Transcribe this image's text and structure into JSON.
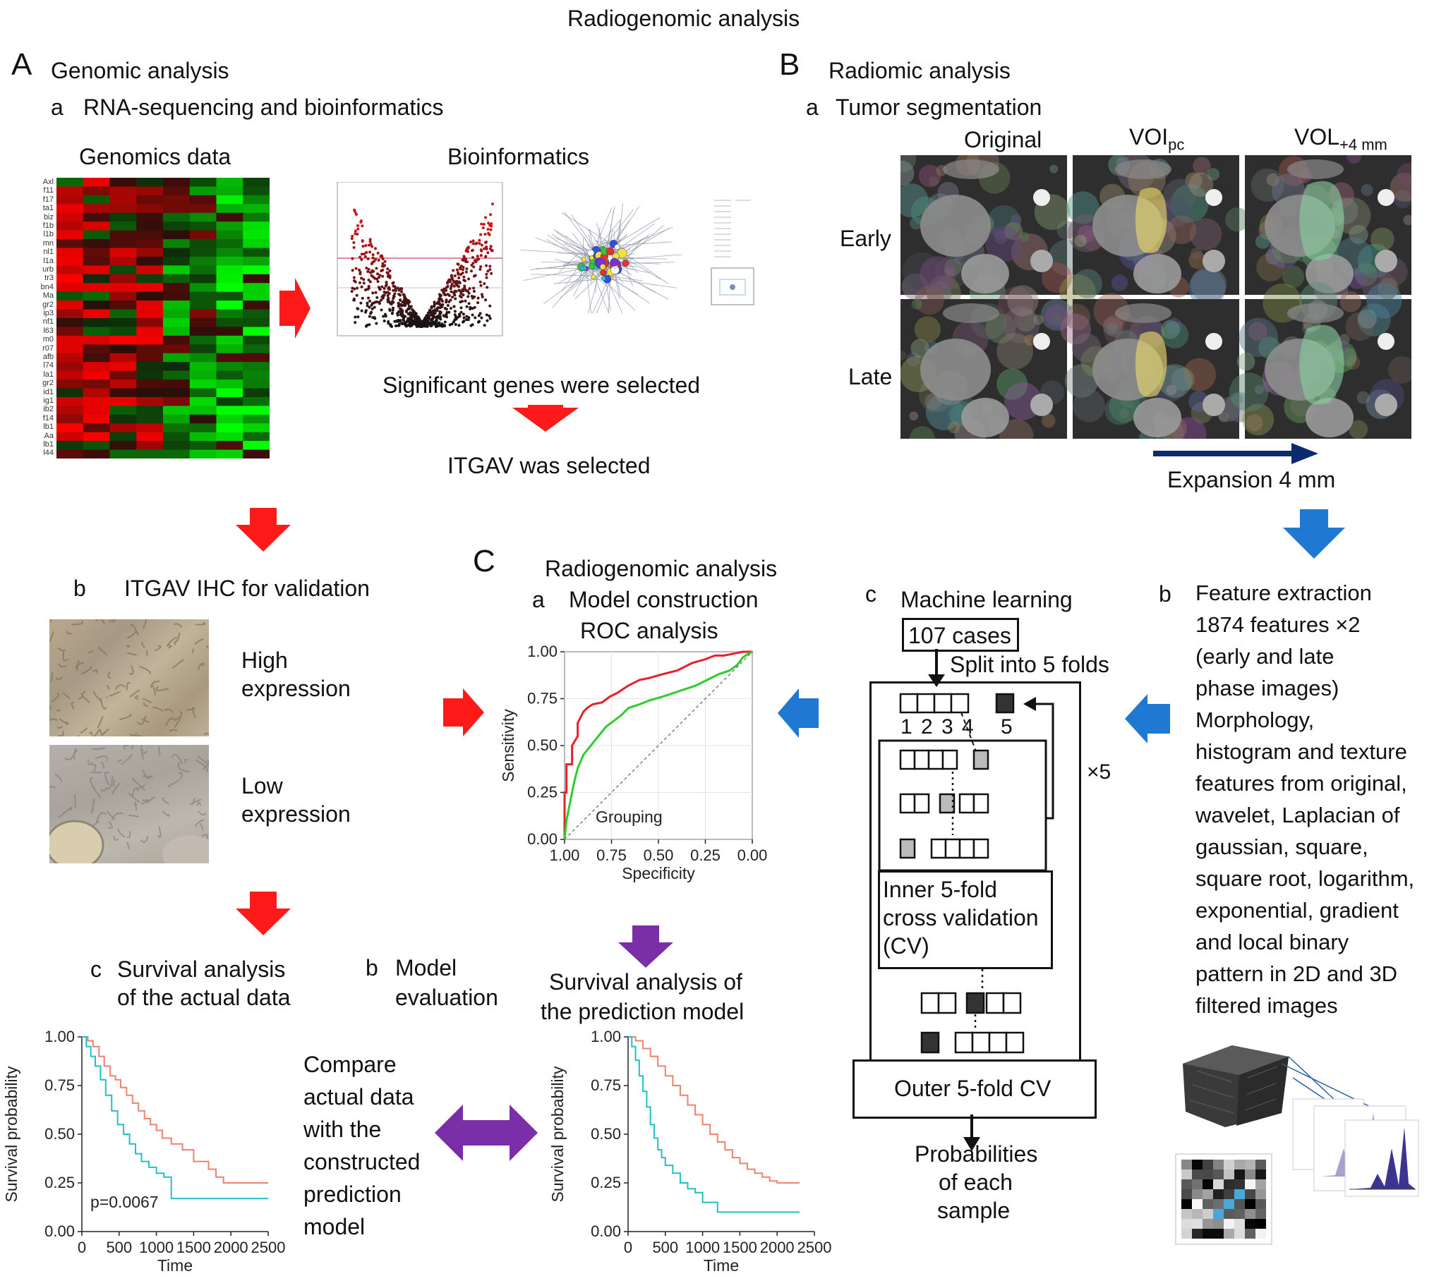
{
  "title": "Radiogenomic analysis",
  "panelA": {
    "letter": "A",
    "heading": "Genomic analysis",
    "a": {
      "tag": "a",
      "label": "RNA-sequencing and bioinformatics",
      "genomics_title": "Genomics data",
      "bioinf_title": "Bioinformatics",
      "gene_labels": [
        "Axl",
        "f11",
        "f17",
        "ta1",
        "biz",
        "f1b",
        "l1b",
        "mn",
        "nl1",
        "l1a",
        "urb",
        "tr3",
        "bn4",
        "Ma",
        "gr2",
        "ip3",
        "nf1",
        "l63",
        "m0",
        "r07",
        "afb",
        "l74",
        "la1",
        "gr2",
        "id1",
        "ig1",
        "ib2",
        "f14",
        "lb1",
        "Aa",
        "lb1",
        "l44"
      ],
      "sig_text": "Significant genes were selected",
      "itgav_text": "ITGAV was selected"
    },
    "b": {
      "tag": "b",
      "label": "ITGAV IHC for validation",
      "high": [
        "High",
        "expression"
      ],
      "low": [
        "Low",
        "expression"
      ]
    },
    "c": {
      "tag": "c",
      "label": [
        "Survival analysis",
        "of the actual data"
      ]
    },
    "compare_text": [
      "Compare",
      "actual data",
      "with the",
      "constructed",
      "prediction",
      "model"
    ]
  },
  "panelB": {
    "letter": "B",
    "heading": "Radiomic analysis",
    "a": {
      "tag": "a",
      "label": "Tumor segmentation",
      "col_original": "Original",
      "col_voi": {
        "main": "VOI",
        "sub": "pc"
      },
      "col_vol": {
        "main": "VOL",
        "sub": "+4 mm"
      },
      "row_early": "Early",
      "row_late": "Late",
      "expansion": "Expansion 4 mm"
    },
    "b": {
      "tag": "b",
      "lines": [
        "Feature extraction",
        "1874 features ×2",
        "(early and late",
        "phase images)",
        "Morphology,",
        "histogram and texture",
        "features from original,",
        "wavelet, Laplacian of",
        "gaussian, square,",
        "square root, logarithm,",
        "exponential, gradient",
        "and local binary",
        "pattern in 2D and 3D",
        "filtered images"
      ]
    },
    "c": {
      "tag": "c",
      "label": "Machine learning",
      "cases": "107 cases",
      "split": "Split into 5 folds",
      "fold_numbers": "1 2 3 4",
      "fold_five": "5",
      "times": "×5",
      "inner": [
        "Inner 5-fold",
        "cross validation",
        "(CV)"
      ],
      "outer": "Outer 5-fold CV",
      "probs": [
        "Probabilities",
        "of each",
        "sample"
      ]
    }
  },
  "panelC": {
    "letter": "C",
    "heading": "Radiogenomic analysis",
    "a": {
      "tag": "a",
      "label": "Model construction",
      "roc_title": "ROC analysis"
    },
    "b": {
      "tag": "b",
      "label": [
        "Model",
        "evaluation"
      ]
    },
    "surv_pred_title": [
      "Survival analysis of",
      "the prediction model"
    ]
  },
  "colors": {
    "red_arrow": "#ff1a1a",
    "blue_arrow": "#1f78d1",
    "purple_arrow": "#7a2ea8",
    "roc_red": "#e8202a",
    "roc_green": "#2ecc2e",
    "km_red": "#f08070",
    "km_cyan": "#20c0c8",
    "navy": "#0d2a6e"
  },
  "chart_data": [
    {
      "type": "line",
      "subtype": "roc",
      "title": "ROC analysis",
      "xlabel": "Specificity",
      "ylabel": "Sensitivity",
      "x_reversed": true,
      "xlim": [
        1,
        0
      ],
      "ylim": [
        0,
        1
      ],
      "x_ticks": [
        "1.00",
        "0.75",
        "0.50",
        "0.25",
        "0.00"
      ],
      "y_ticks": [
        "0.00",
        "0.25",
        "0.50",
        "0.75",
        "1.00"
      ],
      "legend": "Grouping",
      "series": [
        {
          "color": "#e8202a",
          "x": [
            1.0,
            1.0,
            0.99,
            0.99,
            0.96,
            0.96,
            0.93,
            0.93,
            0.9,
            0.88,
            0.85,
            0.8,
            0.76,
            0.72,
            0.66,
            0.6,
            0.55,
            0.48,
            0.4,
            0.32,
            0.25,
            0.2,
            0.15,
            0.1,
            0.05,
            0.02,
            0.0
          ],
          "y": [
            0.0,
            0.25,
            0.25,
            0.4,
            0.4,
            0.5,
            0.55,
            0.62,
            0.68,
            0.7,
            0.72,
            0.73,
            0.76,
            0.78,
            0.82,
            0.85,
            0.86,
            0.88,
            0.9,
            0.94,
            0.96,
            0.98,
            0.98,
            0.99,
            1.0,
            1.0,
            1.0
          ]
        },
        {
          "color": "#2ecc2e",
          "x": [
            1.0,
            0.99,
            0.97,
            0.95,
            0.93,
            0.9,
            0.86,
            0.82,
            0.78,
            0.74,
            0.7,
            0.66,
            0.6,
            0.55,
            0.48,
            0.42,
            0.36,
            0.3,
            0.24,
            0.18,
            0.12,
            0.08,
            0.05,
            0.02,
            0.0
          ],
          "y": [
            0.0,
            0.1,
            0.2,
            0.3,
            0.38,
            0.45,
            0.5,
            0.55,
            0.6,
            0.63,
            0.66,
            0.7,
            0.72,
            0.74,
            0.76,
            0.78,
            0.8,
            0.82,
            0.85,
            0.88,
            0.9,
            0.93,
            0.97,
            0.99,
            1.0
          ]
        }
      ]
    },
    {
      "type": "line",
      "subtype": "kaplan-meier",
      "title": "Survival analysis of the actual data",
      "xlabel": "Time",
      "ylabel": "Survival probability",
      "xlim": [
        0,
        2500
      ],
      "ylim": [
        0,
        1
      ],
      "x_ticks": [
        "0",
        "500",
        "1000",
        "1500",
        "2000",
        "2500"
      ],
      "y_ticks": [
        "0.00",
        "0.25",
        "0.50",
        "0.75",
        "1.00"
      ],
      "annotation": "p=0.0067",
      "series": [
        {
          "color": "#f08070",
          "x": [
            0,
            80,
            150,
            230,
            300,
            380,
            450,
            520,
            600,
            680,
            760,
            840,
            920,
            1000,
            1080,
            1200,
            1350,
            1500,
            1700,
            1800,
            1900,
            2100,
            2500
          ],
          "y": [
            1.0,
            0.98,
            0.95,
            0.9,
            0.85,
            0.8,
            0.78,
            0.74,
            0.7,
            0.66,
            0.62,
            0.58,
            0.55,
            0.52,
            0.48,
            0.45,
            0.42,
            0.36,
            0.32,
            0.28,
            0.25,
            0.25,
            0.25
          ]
        },
        {
          "color": "#20c0c8",
          "x": [
            0,
            60,
            120,
            180,
            250,
            320,
            400,
            480,
            560,
            640,
            720,
            800,
            900,
            1000,
            1100,
            1200,
            1300,
            1500,
            2500
          ],
          "y": [
            1.0,
            0.95,
            0.9,
            0.85,
            0.78,
            0.7,
            0.62,
            0.55,
            0.5,
            0.45,
            0.4,
            0.36,
            0.33,
            0.3,
            0.28,
            0.17,
            0.17,
            0.17,
            0.17
          ]
        }
      ]
    },
    {
      "type": "line",
      "subtype": "kaplan-meier",
      "title": "Survival analysis of the prediction model",
      "xlabel": "Time",
      "ylabel": "Survival probability",
      "xlim": [
        0,
        2500
      ],
      "ylim": [
        0,
        1
      ],
      "x_ticks": [
        "0",
        "500",
        "1000",
        "1500",
        "2000",
        "2500"
      ],
      "y_ticks": [
        "0.00",
        "0.25",
        "0.50",
        "0.75",
        "1.00"
      ],
      "series": [
        {
          "color": "#f08070",
          "x": [
            0,
            100,
            200,
            300,
            400,
            500,
            600,
            700,
            800,
            900,
            1000,
            1100,
            1200,
            1300,
            1400,
            1500,
            1600,
            1700,
            1800,
            1900,
            2000,
            2300
          ],
          "y": [
            1.0,
            0.98,
            0.94,
            0.9,
            0.85,
            0.8,
            0.75,
            0.7,
            0.65,
            0.6,
            0.55,
            0.5,
            0.46,
            0.42,
            0.38,
            0.35,
            0.32,
            0.3,
            0.28,
            0.26,
            0.25,
            0.25
          ]
        },
        {
          "color": "#20c0c8",
          "x": [
            0,
            50,
            100,
            150,
            200,
            250,
            300,
            350,
            400,
            450,
            500,
            600,
            700,
            800,
            900,
            1000,
            1200,
            1400,
            2300
          ],
          "y": [
            1.0,
            0.95,
            0.88,
            0.8,
            0.72,
            0.64,
            0.55,
            0.48,
            0.42,
            0.38,
            0.34,
            0.3,
            0.25,
            0.22,
            0.2,
            0.15,
            0.1,
            0.1,
            0.1
          ]
        }
      ]
    }
  ]
}
